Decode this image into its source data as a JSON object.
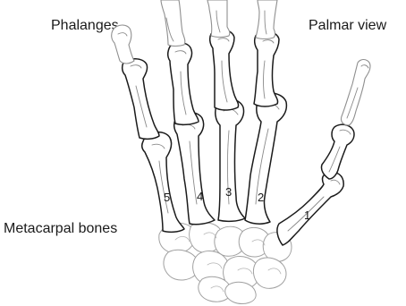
{
  "labels": {
    "phalanges": "Phalanges",
    "palmar_view": "Palmar view",
    "metacarpal_bones": "Metacarpal bones"
  },
  "metacarpal_numbers": [
    "1",
    "2",
    "3",
    "4",
    "5"
  ]
}
